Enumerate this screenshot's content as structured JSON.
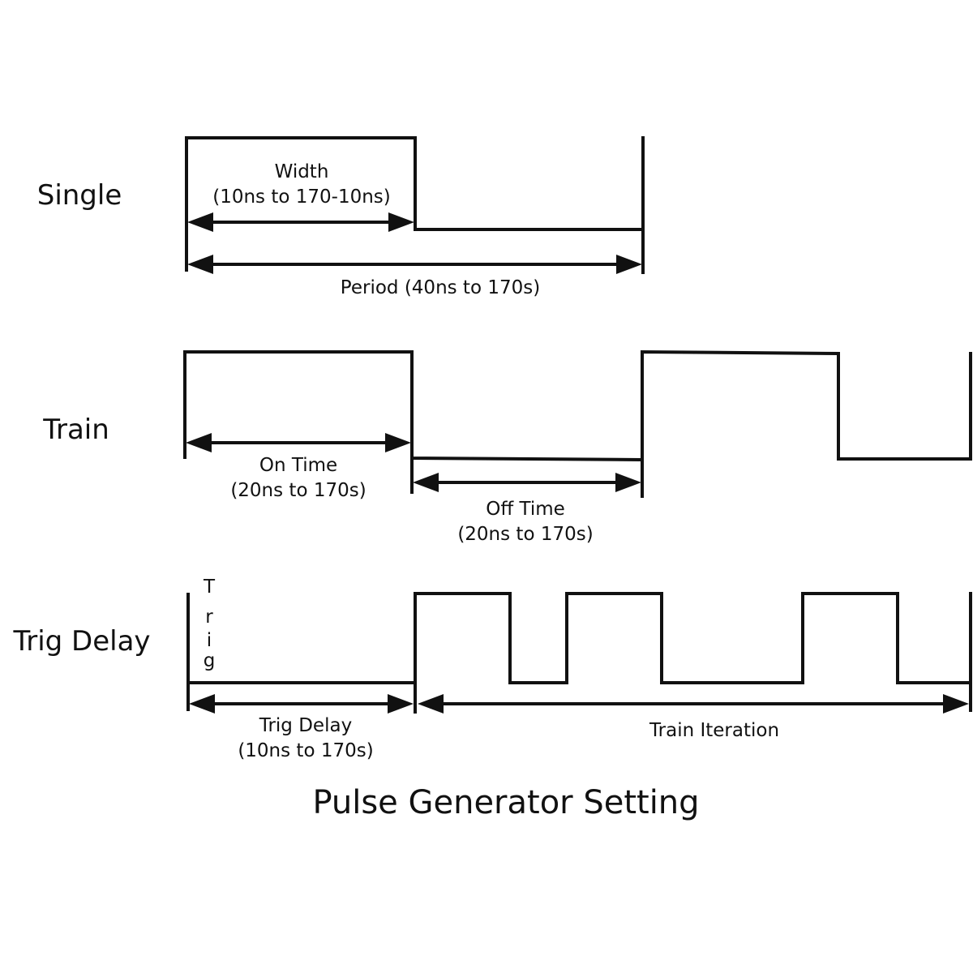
{
  "title": "Pulse Generator Setting",
  "colors": {
    "ink": "#111111",
    "background": "#ffffff"
  },
  "rows": {
    "single": {
      "label": "Single",
      "width_label": "Width",
      "width_range": "(10ns to 170-10ns)",
      "period_label": "Period (40ns to 170s)"
    },
    "train": {
      "label": "Train",
      "on_label": "On Time",
      "on_range": "(20ns to 170s)",
      "off_label": "Off Time",
      "off_range": "(20ns to 170s)"
    },
    "trig_delay": {
      "label": "Trig Delay",
      "trig_marker_letters": [
        "T",
        "r",
        "i",
        "g"
      ],
      "delay_label": "Trig Delay",
      "delay_range": "(10ns to 170s)",
      "iteration_label": "Train Iteration"
    }
  }
}
